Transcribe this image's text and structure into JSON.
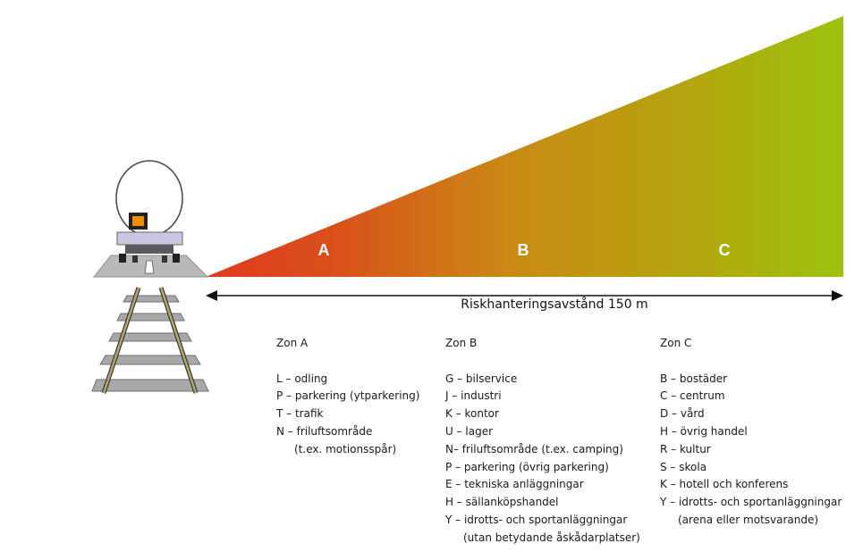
{
  "diagram": {
    "zone_letters": [
      "A",
      "B",
      "C"
    ],
    "distance_label": "Riskhanteringsavstånd 150 m",
    "gradient_colors": [
      "#e03a1e",
      "#d9501b",
      "#c98a14",
      "#b7a10f",
      "#9dc20d"
    ],
    "tanker_plate_color": "#f28c00"
  },
  "zones": [
    {
      "title": "Zon A",
      "items": [
        {
          "text": "L – odling"
        },
        {
          "text": "P – parkering (ytparkering)"
        },
        {
          "text": "T – trafik"
        },
        {
          "text": "N – friluftsområde"
        },
        {
          "text": "(t.ex. motionsspår)",
          "sub": true
        }
      ]
    },
    {
      "title": "Zon B",
      "items": [
        {
          "text": "G – bilservice"
        },
        {
          "text": "J – industri"
        },
        {
          "text": "K – kontor"
        },
        {
          "text": "U – lager"
        },
        {
          "text": "N– friluftsområde (t.ex. camping)"
        },
        {
          "text": "P – parkering (övrig parkering)"
        },
        {
          "text": "E – tekniska anläggningar"
        },
        {
          "text": "H – sällanköpshandel"
        },
        {
          "text": "Y – idrotts- och sportanläggningar"
        },
        {
          "text": "(utan betydande åskådarplatser)",
          "sub": true
        }
      ]
    },
    {
      "title": "Zon C",
      "items": [
        {
          "text": "B – bostäder"
        },
        {
          "text": "C – centrum"
        },
        {
          "text": "D – vård"
        },
        {
          "text": "H – övrig handel"
        },
        {
          "text": "R – kultur"
        },
        {
          "text": "S – skola"
        },
        {
          "text": "K – hotell och konferens"
        },
        {
          "text": "Y – idrotts- och sportanläggningar"
        },
        {
          "text": "(arena eller motsvarande)",
          "sub": true
        }
      ]
    }
  ]
}
